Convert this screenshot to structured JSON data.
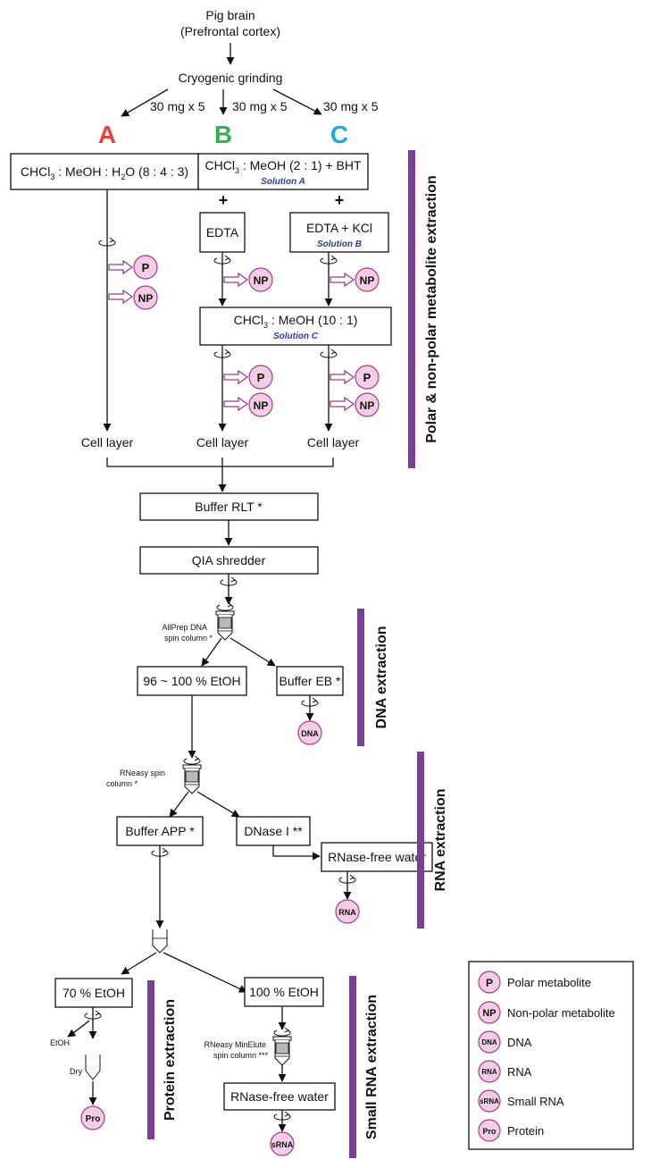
{
  "source": {
    "line1": "Pig brain",
    "line2": "(Prefrontal cortex)",
    "grinding": "Cryogenic grinding"
  },
  "split": {
    "aliquot_label": "30 mg x 5",
    "letter_a": "A",
    "letter_b": "B",
    "letter_c": "C",
    "color_a": "#e8403a",
    "color_b": "#3aae4a",
    "color_c": "#1aa9e0"
  },
  "boxes": {
    "a_solvent_pre": "CHCl",
    "a_solvent_sub3": "3",
    "a_solvent_mid": " : MeOH : H",
    "a_solvent_sub2": "2",
    "a_solvent_post": "O (8 : 4 : 3)",
    "bc_solvent_pre": "CHCl",
    "bc_solvent_sub": "3",
    "bc_solvent_post": " : MeOH (2 : 1) + BHT",
    "solution_a": "Solution A",
    "plus": "+",
    "edta": "EDTA",
    "edta_kcl": "EDTA + KCl",
    "solution_b": "Solution B",
    "chcl3_10_pre": "CHCl",
    "chcl3_10_sub": "3",
    "chcl3_10_post": " : MeOH (10 : 1)",
    "solution_c": "Solution C",
    "cell_layer": "Cell layer",
    "buffer_rlt": "Buffer RLT *",
    "qia_shredder": "QIA shredder",
    "allprep_line1": "AllPrep DNA",
    "allprep_line2": "spin column *",
    "etoh_96": "96 ~ 100 % EtOH",
    "buffer_eb": "Buffer EB *",
    "rneasy_line1": "RNeasy spin",
    "rneasy_line2": "column *",
    "buffer_app": "Buffer APP *",
    "dnase": "DNase I **",
    "rnase_free_water": "RNase-free water",
    "etoh_70": "70 % EtOH",
    "etoh_100": "100 % EtOH",
    "etoh_side": "EtOH",
    "dry": "Dry",
    "minelute_line1": "RNeasy MinElute",
    "minelute_line2": "spin column ***"
  },
  "markers": {
    "p": "P",
    "np": "NP",
    "dna": "DNA",
    "rna": "RNA",
    "srna": "sRNA",
    "pro": "Pro"
  },
  "sections": {
    "metabolite": "Polar & non-polar metabolite extraction",
    "dna": "DNA extraction",
    "rna": "RNA extraction",
    "protein": "Protein extraction",
    "small_rna": "Small RNA extraction"
  },
  "legend": [
    {
      "icon": "P",
      "label": "Polar metabolite"
    },
    {
      "icon": "NP",
      "label": "Non-polar metabolite"
    },
    {
      "icon": "DNA",
      "label": "DNA"
    },
    {
      "icon": "RNA",
      "label": "RNA"
    },
    {
      "icon": "sRNA",
      "label": "Small RNA"
    },
    {
      "icon": "Pro",
      "label": "Protein"
    }
  ],
  "colors": {
    "section_bar": "#7b3f98",
    "marker_fill": "#f3cde3",
    "marker_stroke": "#a23b8c",
    "solution_label": "#2f3a9e"
  }
}
